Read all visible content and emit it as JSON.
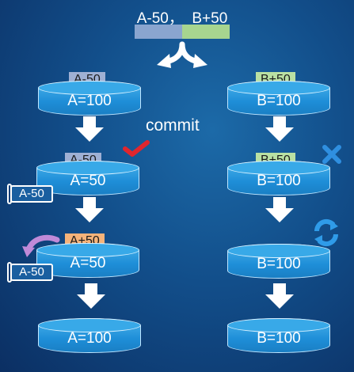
{
  "header": {
    "transaction": "A-50，  B+50"
  },
  "left_column": {
    "steps": [
      {
        "op": "A-50",
        "value": "A=100"
      },
      {
        "op": "A-50",
        "value": "A=50",
        "log": "A-50"
      },
      {
        "op": "A+50",
        "value": "A=50",
        "log": "A-50"
      },
      {
        "value": "A=100"
      }
    ]
  },
  "right_column": {
    "steps": [
      {
        "op": "B+50",
        "value": "B=100"
      },
      {
        "op": "B+50",
        "value": "B=100"
      },
      {
        "value": "B=100"
      },
      {
        "value": "B=100"
      }
    ]
  },
  "labels": {
    "commit": "commit"
  },
  "colors": {
    "op_minus": "#9fb0d4",
    "op_plus": "#b9e0a3",
    "op_undo": "#f5b37a",
    "check": "#e0262e",
    "cross": "#2f8fe0",
    "retry": "#2f9be8",
    "undo_arrow": "#c08ad8"
  },
  "icons": [
    "split-arrow-icon",
    "down-arrow-icon",
    "check-icon",
    "cross-icon",
    "retry-icon",
    "undo-arrow-icon",
    "log-scroll-icon"
  ]
}
